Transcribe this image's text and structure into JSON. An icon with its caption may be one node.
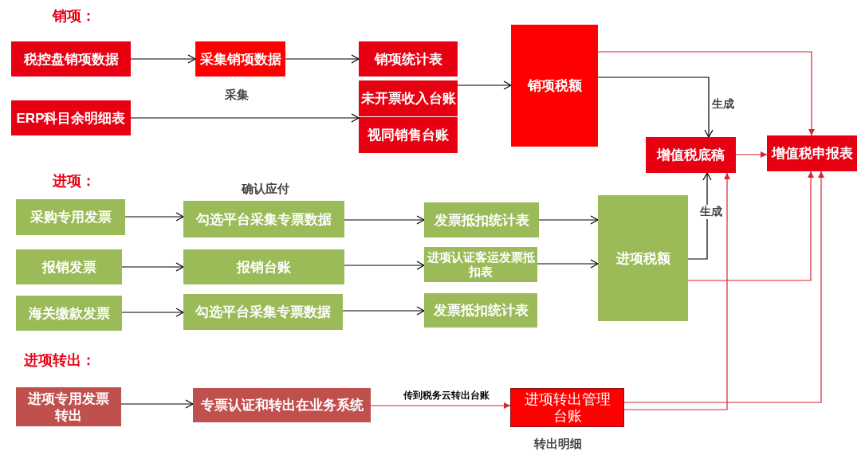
{
  "diagram": {
    "nodes": [
      {
        "text": [
          "税控盘销项数据"
        ]
      },
      {
        "text": [
          "采集销项数据"
        ]
      },
      {
        "text": [
          "销项统计表"
        ]
      },
      {
        "text": [
          "未开票收入台账"
        ]
      },
      {
        "text": [
          "ERP科目余明细表"
        ]
      },
      {
        "text": [
          "视同销售台账"
        ]
      },
      {
        "text": [
          "销项税额"
        ]
      },
      {
        "text": [
          "增值税底稿"
        ]
      },
      {
        "text": [
          "增值税申报表"
        ]
      },
      {
        "text": [
          "采购专用发票"
        ]
      },
      {
        "text": [
          "勾选平台采集专票数据"
        ]
      },
      {
        "text": [
          "发票抵扣统计表"
        ]
      },
      {
        "text": [
          "报销发票"
        ]
      },
      {
        "text": [
          "报销台账"
        ]
      },
      {
        "text": [
          "进项认证客运发票抵扣表"
        ]
      },
      {
        "text": [
          "进项税额"
        ]
      },
      {
        "text": [
          "海关缴款发票"
        ]
      },
      {
        "text": [
          "勾选平台采集专票数据"
        ]
      },
      {
        "text": [
          "发票抵扣统计表"
        ]
      },
      {
        "text": [
          "进项专用发票转出"
        ]
      },
      {
        "text": [
          "专票认证和转出在业务系统"
        ]
      },
      {
        "text": [
          "进项转出管理台账"
        ]
      }
    ],
    "edges": [
      {
        "from": 0,
        "to": 1,
        "arrow": "to"
      },
      {
        "from": 1,
        "to": 2,
        "arrow": "to"
      },
      {
        "from": 4,
        "to": 5,
        "arrow": "to"
      },
      {
        "from": 3,
        "to": 6,
        "arrow": "to"
      },
      {
        "from": 6,
        "to": 7,
        "arrow": "to",
        "label": "生成"
      },
      {
        "from": 6,
        "to": 8,
        "arrow": "to",
        "color": "#d9232d"
      },
      {
        "from": 7,
        "to": 8,
        "arrow": "to",
        "color": "#d9232d"
      },
      {
        "from": 9,
        "to": 10,
        "arrow": "to"
      },
      {
        "from": 10,
        "to": 11,
        "arrow": "to"
      },
      {
        "from": 11,
        "to": 15,
        "arrow": "to"
      },
      {
        "from": 12,
        "to": 13,
        "arrow": "to"
      },
      {
        "from": 13,
        "to": 14,
        "arrow": "to"
      },
      {
        "from": 14,
        "to": 15,
        "arrow": "to"
      },
      {
        "from": 16,
        "to": 17,
        "arrow": "to"
      },
      {
        "from": 17,
        "to": 18,
        "arrow": "to"
      },
      {
        "from": 15,
        "to": 7,
        "arrow": "to",
        "label": "生成"
      },
      {
        "from": 15,
        "to": 8,
        "arrow": "to",
        "color": "#d9232d"
      },
      {
        "from": 19,
        "to": 20,
        "arrow": "to"
      },
      {
        "from": 20,
        "to": 21,
        "arrow": "to",
        "label": "传到税务云转出台账",
        "color": "#d9232d"
      },
      {
        "from": 21,
        "to": 7,
        "arrow": "to",
        "color": "#d9232d"
      },
      {
        "from": 21,
        "to": 8,
        "arrow": "to",
        "color": "#d9232d"
      }
    ],
    "labels": [
      "销项：",
      "采集",
      "进项：",
      "确认应付",
      "进项转出：",
      "转出明细"
    ]
  }
}
